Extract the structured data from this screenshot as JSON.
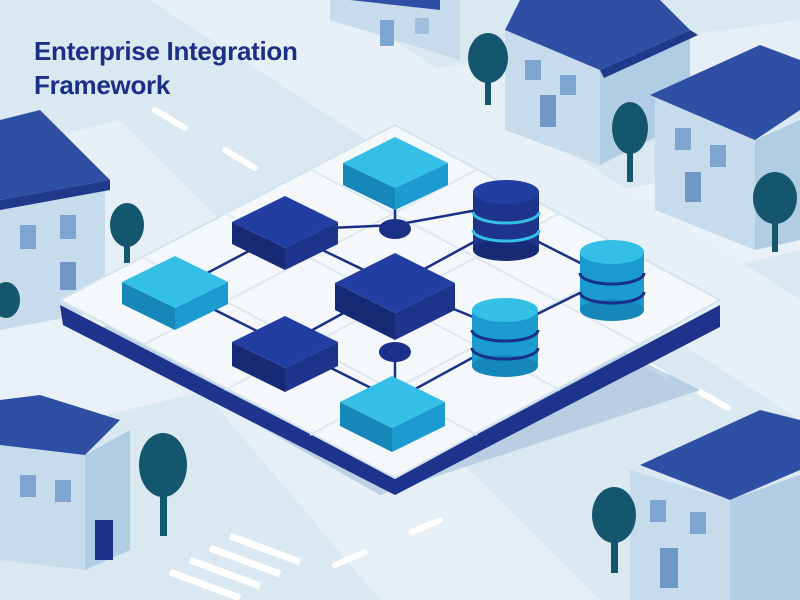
{
  "title": {
    "line1": "Enterprise Integration",
    "line2": "Framework"
  },
  "colors": {
    "background": "#d9e8f1",
    "street": "#e9f2f7",
    "navy": "#1a2f86",
    "cyan": "#1aa2d6",
    "cyan_light": "#34bfe6",
    "house_wall": "#c7dced",
    "house_roof": "#2f4fa4",
    "tree": "#14566e",
    "platform_top": "#f4f8fb",
    "platform_edge": "#1d338c"
  },
  "diagram": {
    "node_types": [
      "box-cyan",
      "box-navy",
      "database-cyan",
      "database-navy",
      "junction-dot"
    ],
    "connector_style": "orthogonal-lines"
  }
}
